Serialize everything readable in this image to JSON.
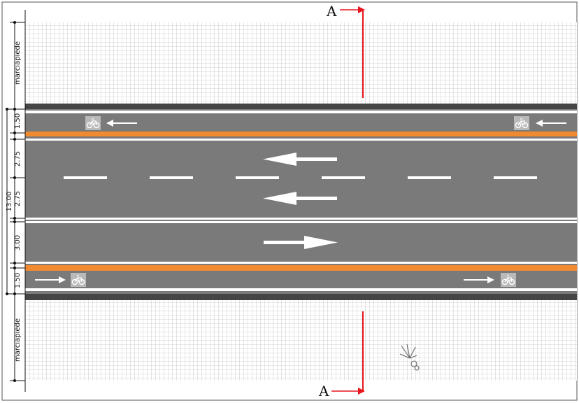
{
  "section": {
    "label": "A"
  },
  "sidewalk": {
    "label": "marciapiede"
  },
  "dimensions": {
    "total": "13.00",
    "bike_lane_top": "1.50",
    "lane_1": "2.75",
    "lane_2": "2.75",
    "lane_3": "3.00",
    "bike_lane_bottom": "1.50"
  },
  "colors": {
    "asphalt": "#7a7a7a",
    "curb": "#454545",
    "bike_separator": "#f08a30",
    "section_line": "#e8141c",
    "paving_grid": "#aaaaaa",
    "lane_marking": "#ffffff"
  },
  "icons": {
    "bike_symbol": "bicycle-icon",
    "tree": "tree-icon"
  }
}
